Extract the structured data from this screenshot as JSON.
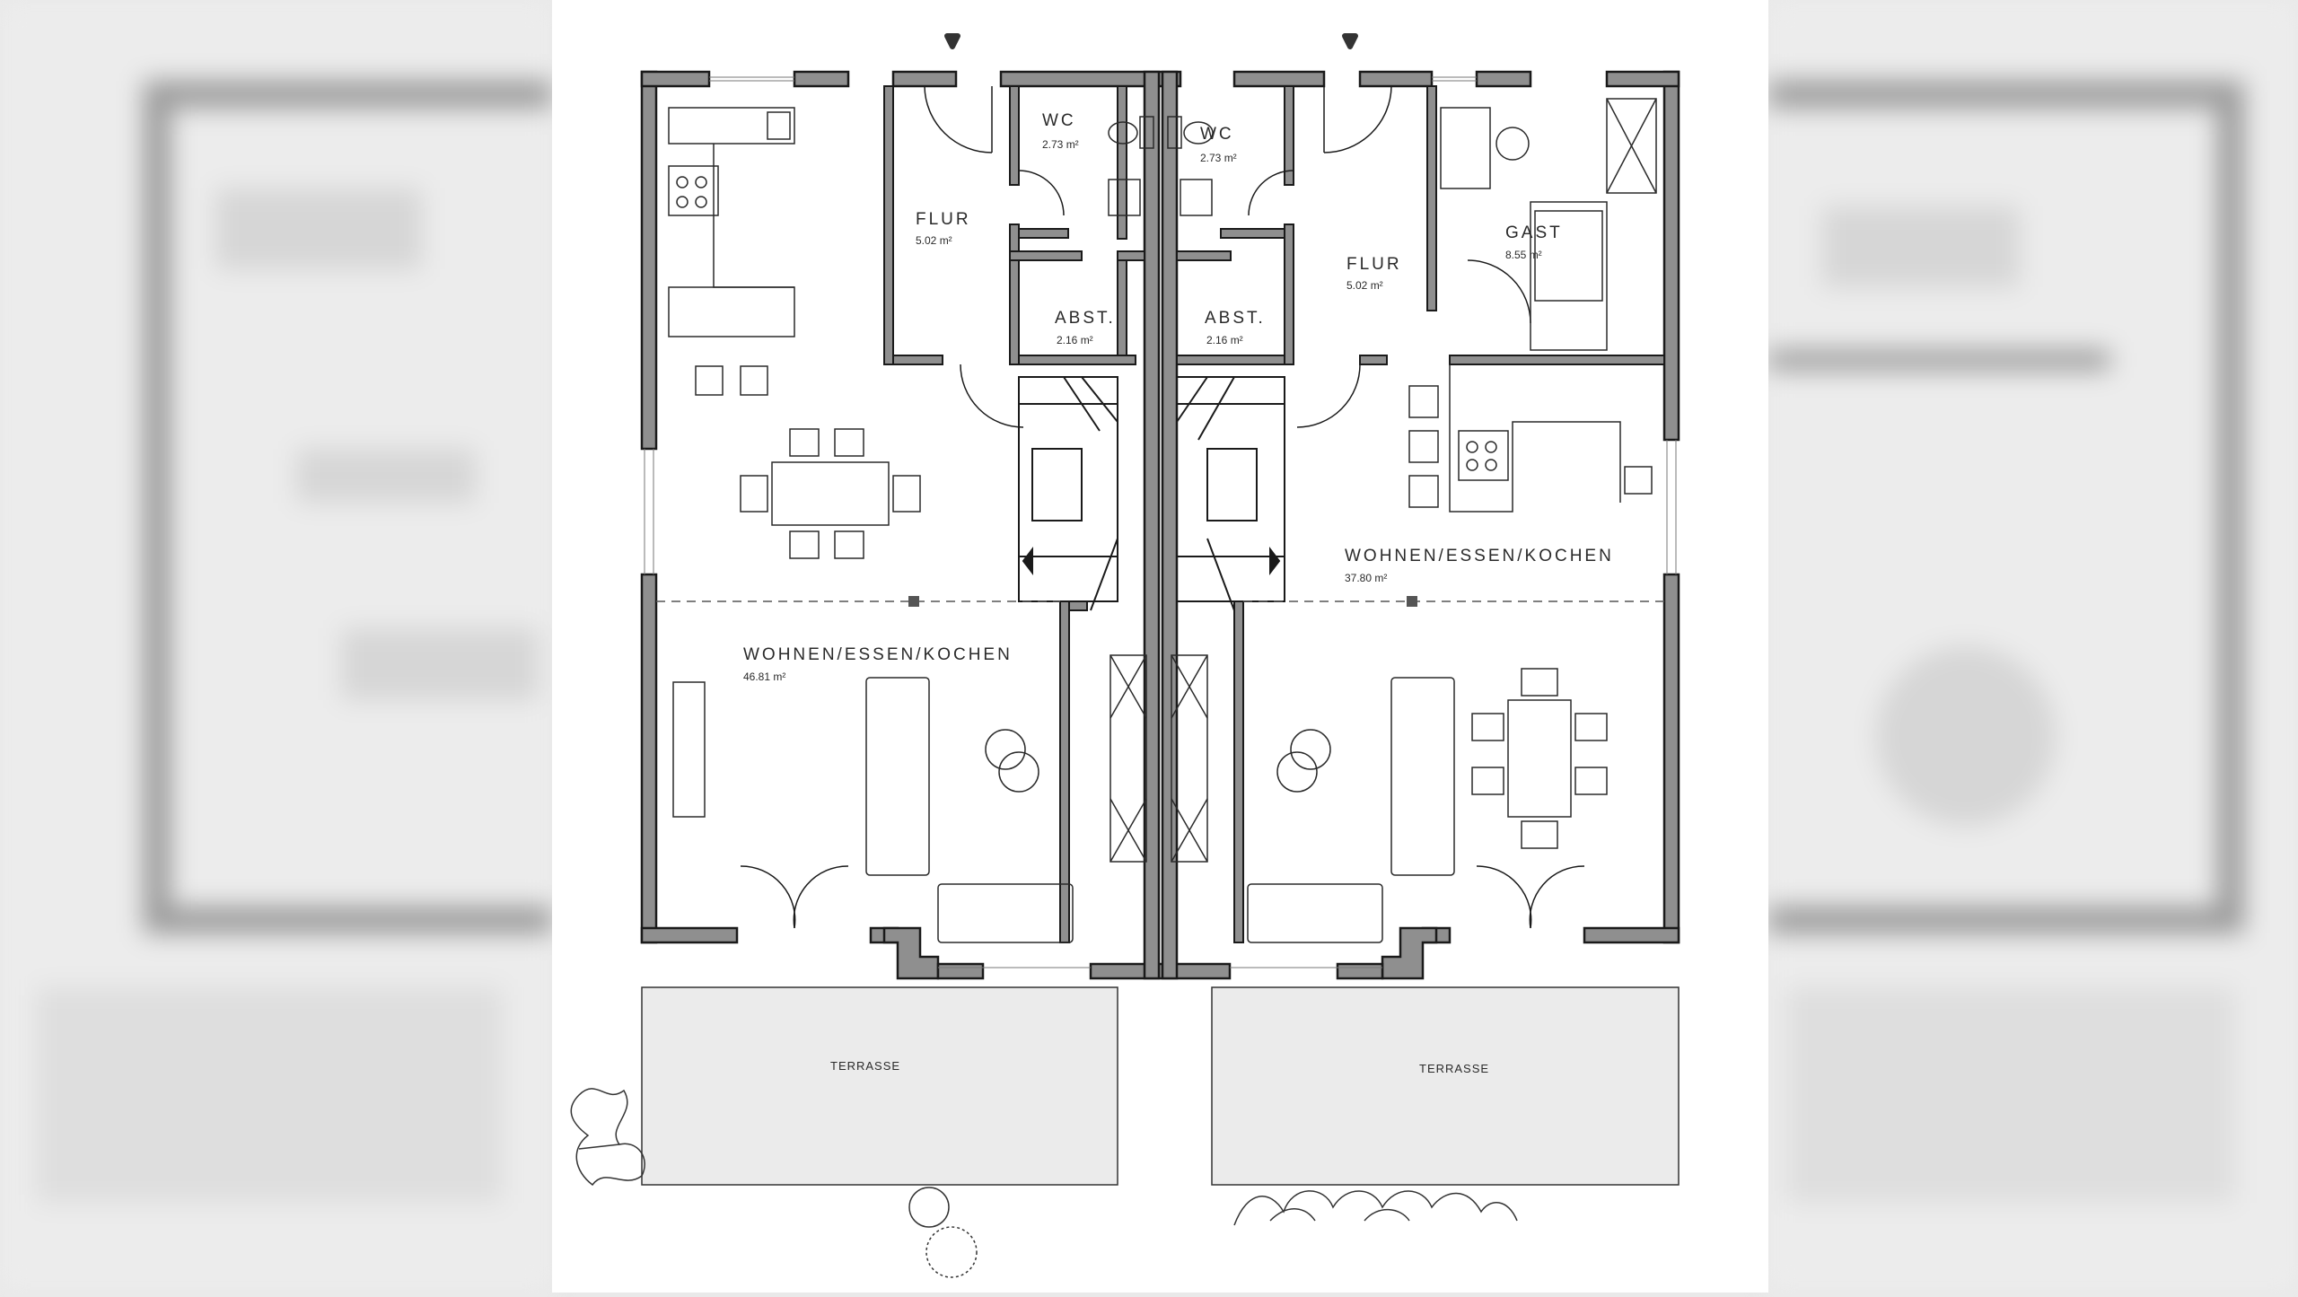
{
  "plan": {
    "left_unit": {
      "wc": {
        "name": "WC",
        "area": "2.73 m²"
      },
      "flur": {
        "name": "FLUR",
        "area": "5.02 m²"
      },
      "abst": {
        "name": "ABST.",
        "area": "2.16 m²"
      },
      "wohnen": {
        "name": "WOHNEN/ESSEN/KOCHEN",
        "area": "46.81 m²"
      },
      "terrasse": {
        "name": "TERRASSE"
      }
    },
    "right_unit": {
      "wc": {
        "name": "WC",
        "area": "2.73 m²"
      },
      "flur": {
        "name": "FLUR",
        "area": "5.02 m²"
      },
      "abst": {
        "name": "ABST.",
        "area": "2.16 m²"
      },
      "gast": {
        "name": "GAST",
        "area": "8.55 m²"
      },
      "wohnen": {
        "name": "WOHNEN/ESSEN/KOCHEN",
        "area": "37.80 m²"
      },
      "terrasse": {
        "name": "TERRASSE"
      }
    },
    "colors": {
      "wall_fill": "#8f8f8f",
      "wall_stroke": "#1a1a1a",
      "line": "#2a2a2a",
      "background": "#ffffff",
      "blurred_margin": "#ececec"
    },
    "icons": [
      "entrance-marker-icon",
      "stair-icon",
      "toilet-icon",
      "sink-icon",
      "stove-icon",
      "tree-icon",
      "shrub-icon"
    ]
  }
}
